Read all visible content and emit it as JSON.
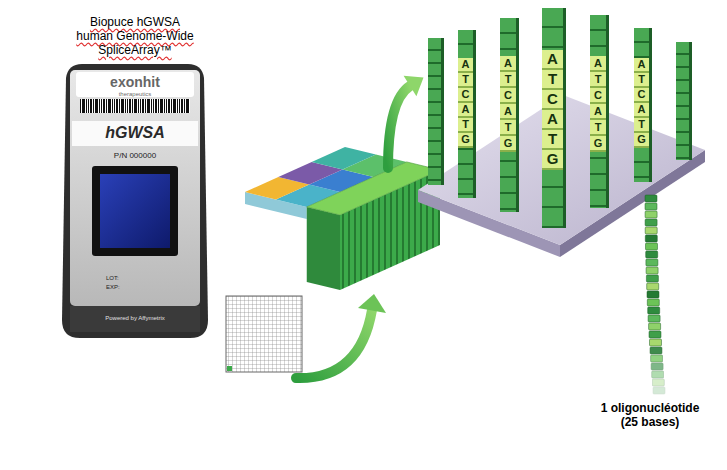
{
  "diagram": {
    "nodes": [
      {
        "text": [
          "Biopuce hGWSA human Genome-Wide SpliceArray™",
          "exonhit",
          "therapeutics",
          "hGWSA",
          "P/N 000000",
          "LOT:",
          "EXP:",
          "Powered by Affymetrix"
        ]
      }
    ],
    "labels": [
      "A",
      "T",
      "C",
      "A",
      "T",
      "G",
      "A",
      "T",
      "C",
      "A",
      "T",
      "G",
      "A",
      "T",
      "C",
      "A",
      "T",
      "G",
      "A",
      "T",
      "C",
      "A",
      "T",
      "G",
      "A",
      "T",
      "C",
      "A",
      "T",
      "G",
      "1 oligonucléotide (25 bases)"
    ]
  }
}
